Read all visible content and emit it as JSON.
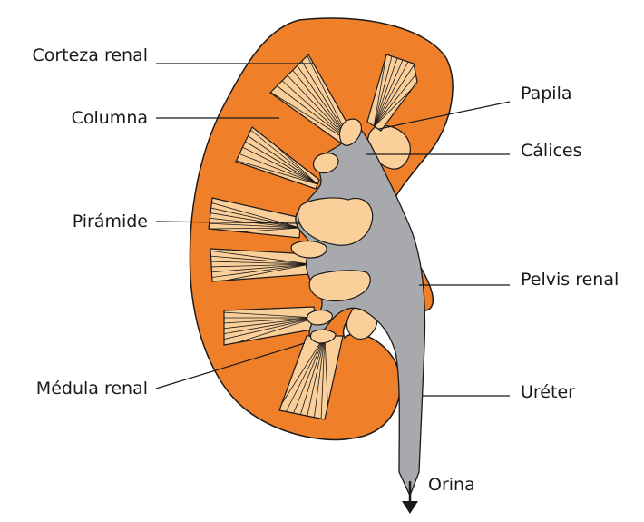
{
  "diagram": {
    "labels": {
      "corteza": "Corteza renal",
      "columna": "Columna",
      "piramide": "Pirámide",
      "medula": "Médula renal",
      "papila": "Papila",
      "calices": "Cálices",
      "pelvis": "Pelvis renal",
      "ureter": "Uréter",
      "orina": "Orina"
    },
    "colors": {
      "cortex": "#f07f2a",
      "medulla": "#fbcf9a",
      "pelvis": "#a7a9ac",
      "outline": "#1a1a1a"
    }
  }
}
